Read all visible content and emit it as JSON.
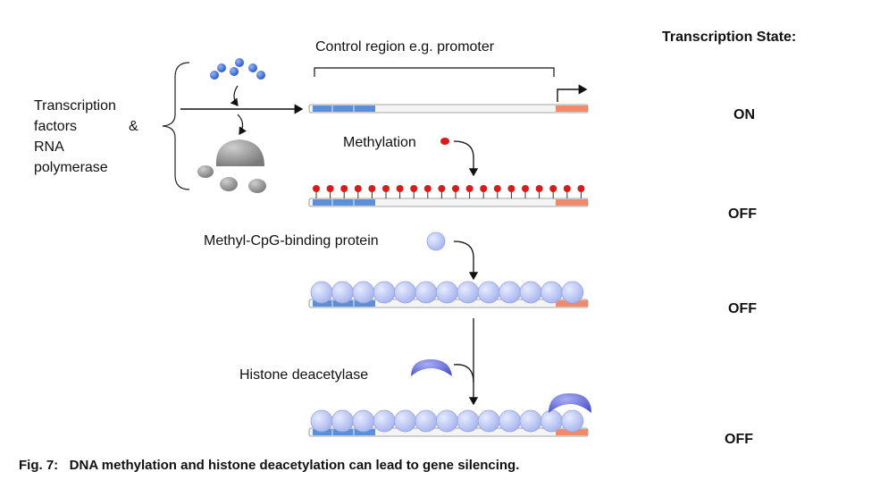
{
  "labels": {
    "transcription_factors": [
      "Transcription",
      "factors",
      "&",
      "RNA",
      "polymerase"
    ],
    "control_region": "Control region e.g. promoter",
    "methylation": "Methylation",
    "mbp": "Methyl-CpG-binding protein",
    "hdac": "Histone deacetylase"
  },
  "state": {
    "header": "Transcription State:",
    "values": [
      "ON",
      "OFF",
      "OFF",
      "OFF"
    ]
  },
  "caption": "Fig. 7:   DNA methylation and histone deacetylation can lead to gene silencing.",
  "colors": {
    "dna_blue": "#5b8fd9",
    "promoter_orange": "#f08a6a",
    "methyl_red": "#d81b1b",
    "mbp_light": "#b7c3f2",
    "hdac": "#6a72d8",
    "polymerase_grey": "#8a8a8a",
    "tf_blue": "#3060c8"
  }
}
